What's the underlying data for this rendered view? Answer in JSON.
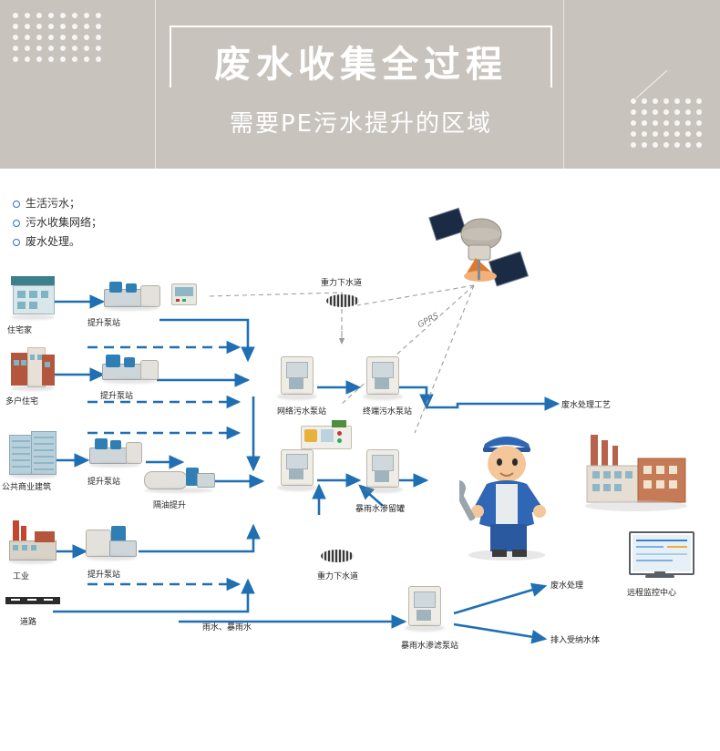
{
  "banner": {
    "title": "废水收集全过程",
    "subtitle": "需要PE污水提升的区域"
  },
  "bullets": [
    "生活污水；",
    "污水收集网络；",
    "废水处理。"
  ],
  "diagram": {
    "labels": {
      "residential_house": "住宅家",
      "multi_family": "多户住宅",
      "public_commercial": "公共商业建筑",
      "industry": "工业",
      "road": "道路",
      "lift_pump_station_1": "提升泵站",
      "lift_pump_station_2": "提升泵站",
      "lift_pump_station_3": "提升泵站",
      "lift_pump_station_4": "提升泵站",
      "grease_lift": "隔油提升",
      "gravity_sewer_top": "重力下水道",
      "gravity_sewer_bottom": "重力下水道",
      "network_sewage_station": "网络污水泵站",
      "terminal_sewage_station": "终端污水泵站",
      "stormwater_tank": "暴雨水渗留罐",
      "stormwater_pump_station": "暴雨水渗滤泵站",
      "rain_and_storm_water": "雨水、暴雨水",
      "wastewater_process": "废水处理工艺",
      "wastewater_treatment": "废水处理",
      "discharge_to_water_body": "排入受纳水体",
      "remote_monitor_center": "远程监控中心",
      "gprs": "GPRS"
    },
    "colors": {
      "flow_blue": "#1f6fb2",
      "dashed_blue": "#1f6fb2",
      "dashed_gray": "#9c9c9c",
      "banner_bg": "#c9c3bd",
      "text": "#222222"
    }
  }
}
